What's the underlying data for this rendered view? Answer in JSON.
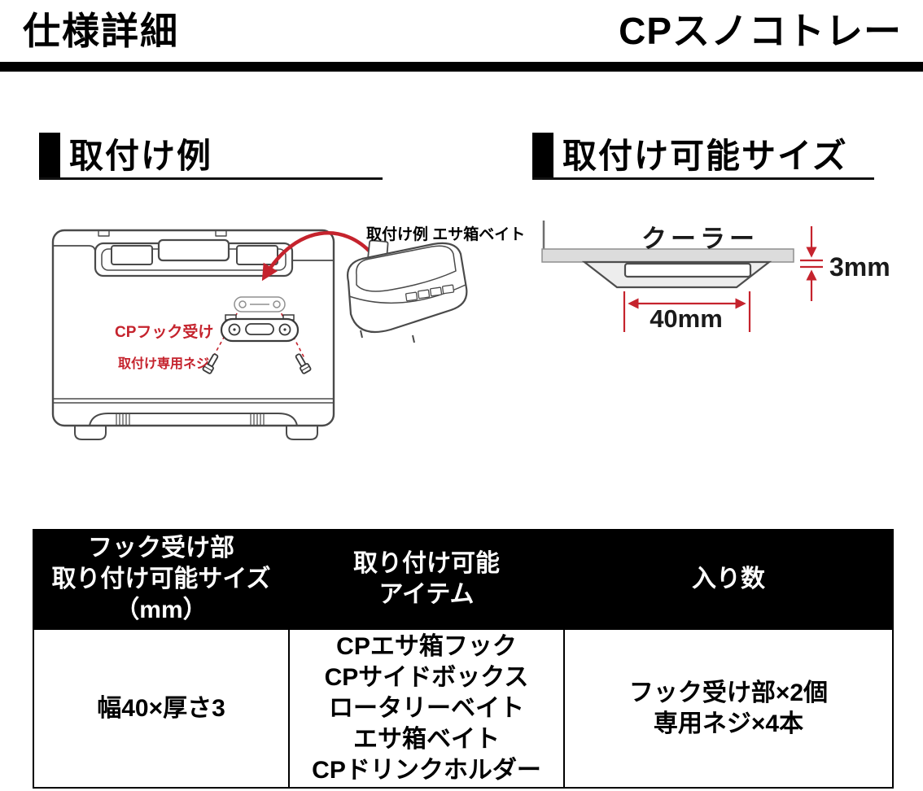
{
  "header": {
    "page_title": "仕様詳細",
    "product_name": "CPスノコトレー"
  },
  "install_example": {
    "title": "取付け例",
    "hook_label": "CPフック受け",
    "screw_label": "取付け専用ネジ",
    "bait_box_caption": "取付け例 エサ箱ベイト"
  },
  "install_size": {
    "title": "取付け可能サイズ",
    "cooler_label": "クーラー",
    "thickness_value": "3mm",
    "width_value": "40mm"
  },
  "spec_table": {
    "headers": [
      {
        "lines": [
          "フック受け部",
          "取り付け可能サイズ",
          "（mm）"
        ]
      },
      {
        "lines": [
          "取り付け可能",
          "アイテム"
        ]
      },
      {
        "lines": [
          "入り数"
        ]
      }
    ],
    "row": {
      "mount_size": "幅40×厚さ3",
      "items": [
        "CPエサ箱フック",
        "CPサイドボックス",
        "ロータリーベイト",
        "エサ箱ベイト",
        "CPドリンクホルダー"
      ],
      "quantity": [
        "フック受け部×2個",
        "専用ネジ×4本"
      ]
    }
  },
  "colors": {
    "accent_red": "#c5232d",
    "table_header_bg": "#000000",
    "table_header_text": "#ffffff",
    "diagram_slab_gray": "#dcdcdc",
    "line_art_gray": "#4a4a4a"
  }
}
